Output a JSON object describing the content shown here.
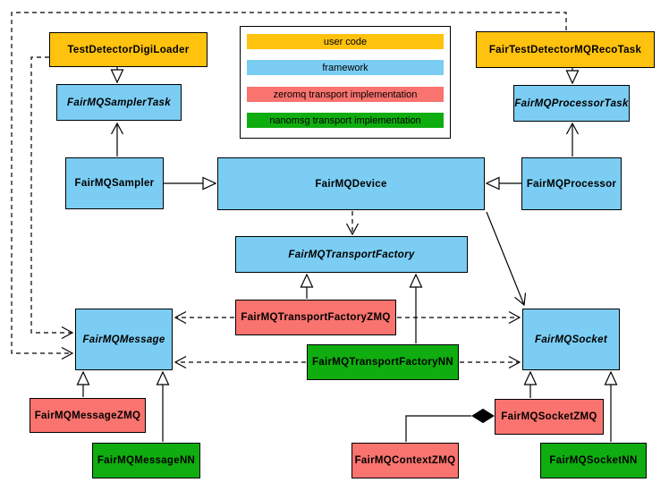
{
  "colors": {
    "user": "#FFC20E",
    "framework": "#7BCDF3",
    "zeromq": "#F9736F",
    "nanomsg": "#0FAD0F"
  },
  "legend": {
    "items": [
      {
        "label": "user code",
        "category": "user"
      },
      {
        "label": "framework",
        "category": "framework"
      },
      {
        "label": "zeromq transport implementation",
        "category": "zeromq"
      },
      {
        "label": "nanomsg transport implementation",
        "category": "nanomsg"
      }
    ]
  },
  "nodes": {
    "testDetectorDigiLoader": {
      "label": "TestDetectorDigiLoader",
      "category": "user",
      "abstract": false
    },
    "fairTestDetectorMQRecoTask": {
      "label": "FairTestDetectorMQRecoTask",
      "category": "user",
      "abstract": false
    },
    "fairMQSamplerTask": {
      "label": "FairMQSamplerTask",
      "category": "framework",
      "abstract": true
    },
    "fairMQProcessorTask": {
      "label": "FairMQProcessorTask",
      "category": "framework",
      "abstract": true
    },
    "fairMQSampler": {
      "label": "FairMQSampler",
      "category": "framework",
      "abstract": false
    },
    "fairMQDevice": {
      "label": "FairMQDevice",
      "category": "framework",
      "abstract": false
    },
    "fairMQProcessor": {
      "label": "FairMQProcessor",
      "category": "framework",
      "abstract": false
    },
    "fairMQTransportFactory": {
      "label": "FairMQTransportFactory",
      "category": "framework",
      "abstract": true
    },
    "fairMQTransportFactoryZMQ": {
      "label": "FairMQTransportFactoryZMQ",
      "category": "zeromq",
      "abstract": false
    },
    "fairMQTransportFactoryNN": {
      "label": "FairMQTransportFactoryNN",
      "category": "nanomsg",
      "abstract": false
    },
    "fairMQMessage": {
      "label": "FairMQMessage",
      "category": "framework",
      "abstract": true
    },
    "fairMQSocket": {
      "label": "FairMQSocket",
      "category": "framework",
      "abstract": true
    },
    "fairMQMessageZMQ": {
      "label": "FairMQMessageZMQ",
      "category": "zeromq",
      "abstract": false
    },
    "fairMQMessageNN": {
      "label": "FairMQMessageNN",
      "category": "nanomsg",
      "abstract": false
    },
    "fairMQSocketZMQ": {
      "label": "FairMQSocketZMQ",
      "category": "zeromq",
      "abstract": false
    },
    "fairMQContextZMQ": {
      "label": "FairMQContextZMQ",
      "category": "zeromq",
      "abstract": false
    },
    "fairMQSocketNN": {
      "label": "FairMQSocketNN",
      "category": "nanomsg",
      "abstract": false
    }
  },
  "edges": [
    {
      "from": "TestDetectorDigiLoader",
      "to": "FairMQSamplerTask",
      "type": "inheritance"
    },
    {
      "from": "FairTestDetectorMQRecoTask",
      "to": "FairMQProcessorTask",
      "type": "inheritance"
    },
    {
      "from": "FairMQSampler",
      "to": "FairMQDevice",
      "type": "inheritance"
    },
    {
      "from": "FairMQProcessor",
      "to": "FairMQDevice",
      "type": "inheritance"
    },
    {
      "from": "FairMQTransportFactoryZMQ",
      "to": "FairMQTransportFactory",
      "type": "inheritance"
    },
    {
      "from": "FairMQTransportFactoryNN",
      "to": "FairMQTransportFactory",
      "type": "inheritance"
    },
    {
      "from": "FairMQMessageZMQ",
      "to": "FairMQMessage",
      "type": "inheritance"
    },
    {
      "from": "FairMQMessageNN",
      "to": "FairMQMessage",
      "type": "inheritance"
    },
    {
      "from": "FairMQSocketZMQ",
      "to": "FairMQSocket",
      "type": "inheritance"
    },
    {
      "from": "FairMQSocketNN",
      "to": "FairMQSocket",
      "type": "inheritance"
    },
    {
      "from": "FairMQSampler",
      "to": "FairMQSamplerTask",
      "type": "association"
    },
    {
      "from": "FairMQProcessor",
      "to": "FairMQProcessorTask",
      "type": "association"
    },
    {
      "from": "FairMQDevice",
      "to": "FairMQSocket",
      "type": "association"
    },
    {
      "from": "FairMQDevice",
      "to": "FairMQTransportFactory",
      "type": "dependency"
    },
    {
      "from": "FairMQTransportFactoryZMQ",
      "to": "FairMQMessage",
      "type": "dependency"
    },
    {
      "from": "FairMQTransportFactoryZMQ",
      "to": "FairMQSocket",
      "type": "dependency"
    },
    {
      "from": "FairMQTransportFactoryNN",
      "to": "FairMQMessage",
      "type": "dependency"
    },
    {
      "from": "FairMQTransportFactoryNN",
      "to": "FairMQSocket",
      "type": "dependency"
    },
    {
      "from": "TestDetectorDigiLoader",
      "to": "FairMQMessage",
      "type": "dependency"
    },
    {
      "from": "FairTestDetectorMQRecoTask",
      "to": "FairMQMessage",
      "type": "dependency"
    },
    {
      "from": "FairMQContextZMQ",
      "to": "FairMQSocketZMQ",
      "type": "composition"
    }
  ]
}
